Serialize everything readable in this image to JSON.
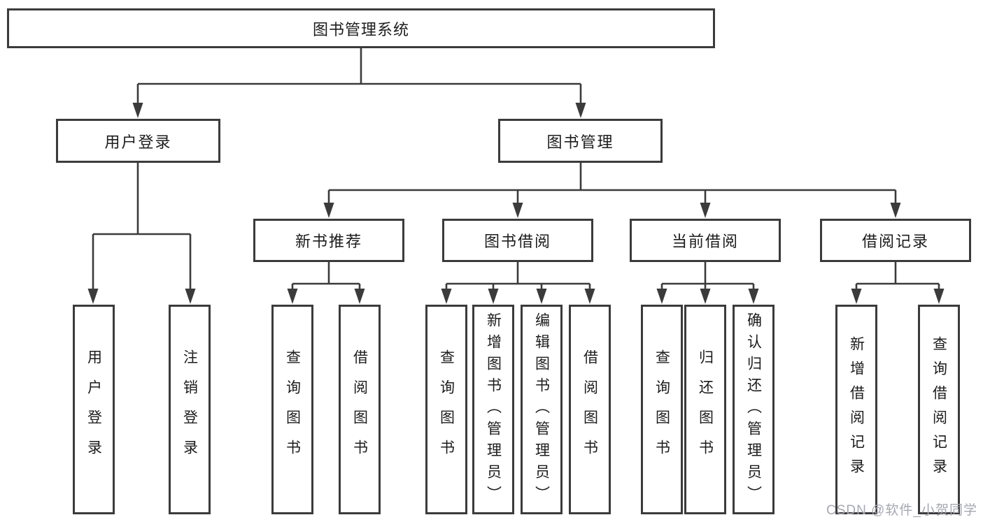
{
  "colors": {
    "line": "#3b3b3b",
    "box_border": "#3b3b3b",
    "box_background": "#ffffff",
    "text": "#1c1c1c",
    "watermark": "#a6a7b2",
    "page_background": "#ffffff"
  },
  "tree": {
    "label": "图书管理系统",
    "children": [
      {
        "label": "用户登录",
        "children": [
          {
            "label": "用户登录"
          },
          {
            "label": "注销登录"
          }
        ]
      },
      {
        "label": "图书管理",
        "children": [
          {
            "label": "新书推荐",
            "children": [
              {
                "label": "查询图书"
              },
              {
                "label": "借阅图书"
              }
            ]
          },
          {
            "label": "图书借阅",
            "children": [
              {
                "label": "查询图书"
              },
              {
                "label": "新增图书（管理员）"
              },
              {
                "label": "编辑图书（管理员）"
              },
              {
                "label": "借阅图书"
              }
            ]
          },
          {
            "label": "当前借阅",
            "children": [
              {
                "label": "查询图书"
              },
              {
                "label": "归还图书"
              },
              {
                "label": "确认归还（管理员）"
              }
            ]
          },
          {
            "label": "借阅记录",
            "children": [
              {
                "label": "新增借阅记录"
              },
              {
                "label": "查询借阅记录"
              }
            ]
          }
        ]
      }
    ]
  },
  "watermark": {
    "text": "CSDN @软件_小贺同学"
  }
}
